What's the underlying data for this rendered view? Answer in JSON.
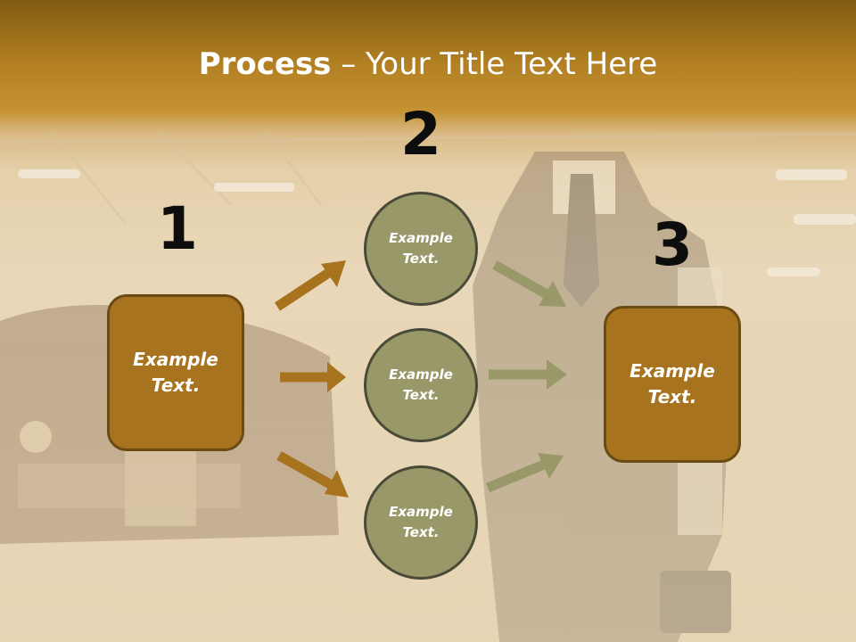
{
  "title": {
    "bold": "Process",
    "rest": " – Your Title Text Here"
  },
  "steps": {
    "step1": {
      "number": "1",
      "label": "Example Text."
    },
    "step2": {
      "number": "2",
      "items": [
        {
          "label": "Example Text."
        },
        {
          "label": "Example Text."
        },
        {
          "label": "Example Text."
        }
      ]
    },
    "step3": {
      "number": "3",
      "label": "Example Text."
    }
  },
  "colors": {
    "header_dark": "#7f5a12",
    "box_fill": "#a8731e",
    "box_border": "#6b4a14",
    "circle_fill": "#999868",
    "circle_border": "#4a4a38",
    "arrow_left": "#a8731e",
    "arrow_right": "#999868"
  }
}
